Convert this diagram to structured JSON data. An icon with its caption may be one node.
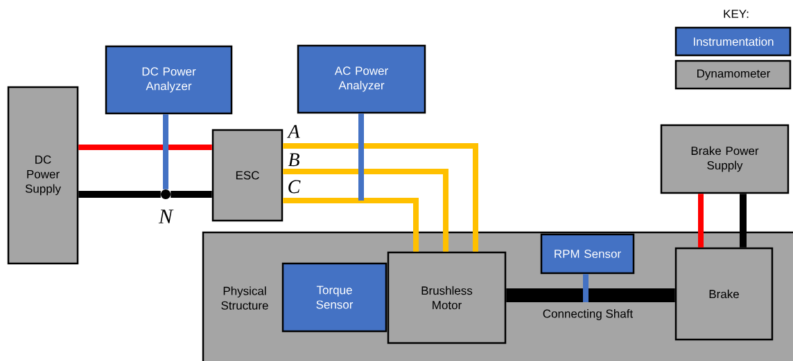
{
  "diagram": {
    "nodes": [
      {
        "text": [
          "DC Power Supply"
        ]
      },
      {
        "text": [
          "DC Power Analyzer"
        ]
      },
      {
        "text": [
          "AC Power Analyzer"
        ]
      },
      {
        "text": [
          "ESC"
        ]
      },
      {
        "text": [
          "Brake Power Supply"
        ]
      },
      {
        "text": [
          "Physical Structure"
        ]
      },
      {
        "text": [
          "Torque Sensor"
        ],
        "in": 5
      },
      {
        "text": [
          "Brushless Motor"
        ],
        "in": 5
      },
      {
        "text": [
          "RPM Sensor"
        ],
        "in": 5
      },
      {
        "text": [
          "Brake"
        ],
        "in": 5
      },
      {
        "text": [],
        "shape": "circle",
        "beside": [
          "N"
        ]
      }
    ],
    "edges": [
      {
        "from": 0,
        "to": 3,
        "arrow": "none",
        "color": "#ff0000"
      },
      {
        "from": 0,
        "to": 10,
        "arrow": "none"
      },
      {
        "from": 10,
        "to": 3,
        "arrow": "none"
      },
      {
        "from": 1,
        "to": 10,
        "arrow": "none",
        "color": "#4472c4"
      },
      {
        "from": 3,
        "to": 7,
        "arrow": "none",
        "label": "A",
        "color": "#ffc000"
      },
      {
        "from": 3,
        "to": 7,
        "arrow": "none",
        "label": "B",
        "color": "#ffc000"
      },
      {
        "from": 3,
        "to": 7,
        "arrow": "none",
        "label": "C",
        "color": "#ffc000"
      },
      {
        "from": 2,
        "to": null,
        "arrow": "none",
        "color": "#4472c4"
      },
      {
        "from": 4,
        "to": 9,
        "arrow": "none",
        "color": "#ff0000"
      },
      {
        "from": 4,
        "to": 9,
        "arrow": "none"
      },
      {
        "from": 7,
        "to": 9,
        "arrow": "none",
        "label": "Connecting Shaft",
        "style": "thick"
      },
      {
        "from": 8,
        "to": null,
        "arrow": "none",
        "color": "#4472c4"
      }
    ],
    "labels": [
      "KEY:"
    ],
    "legend": [
      {
        "text": "Instrumentation",
        "color": "#4472c4"
      },
      {
        "text": "Dynamometer",
        "color": "#a5a5a5"
      }
    ]
  }
}
